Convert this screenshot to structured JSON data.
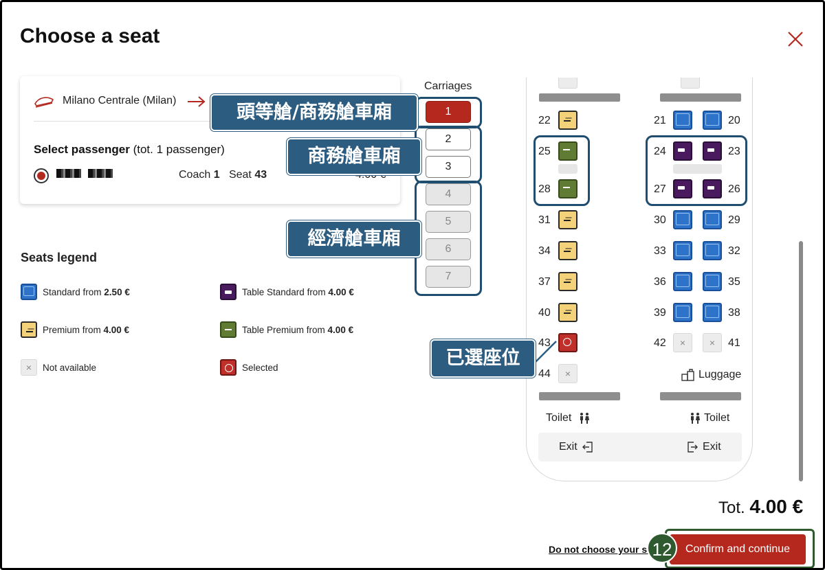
{
  "dialog": {
    "title": "Choose a seat"
  },
  "journey": {
    "station": "Milano Centrale (Milan)"
  },
  "passenger": {
    "heading_bold": "Select passenger",
    "heading_rest": " (tot. 1 passenger)",
    "coach_label": "Coach",
    "coach_value": "1",
    "seat_label": "Seat",
    "seat_value": "43",
    "price": "4.00 €"
  },
  "legend": {
    "title": "Seats legend",
    "items": [
      {
        "icon": "standard-seat-icon",
        "text": "Standard from ",
        "price": "2.50 €"
      },
      {
        "icon": "table-standard-seat-icon",
        "text": "Table Standard from ",
        "price": "4.00 €"
      },
      {
        "icon": "premium-seat-icon",
        "text": "Premium from ",
        "price": "4.00 €"
      },
      {
        "icon": "table-premium-seat-icon",
        "text": "Table Premium from ",
        "price": "4.00 €"
      },
      {
        "icon": "not-available-seat-icon",
        "text": "Not available",
        "price": ""
      },
      {
        "icon": "selected-seat-icon",
        "text": "Selected",
        "price": ""
      }
    ]
  },
  "carriages": {
    "title": "Carriages",
    "items": [
      "1",
      "2",
      "3",
      "4",
      "5",
      "6",
      "7"
    ],
    "active": "1"
  },
  "callouts": {
    "first_class": "頭等艙/商務艙車廂",
    "business": "商務艙車廂",
    "economy": "經濟艙車廂",
    "selected": "已選座位"
  },
  "seatmap": {
    "rows": [
      {
        "l1": "22",
        "l2": "",
        "r1": "21",
        "r2": "20"
      },
      {
        "l1": "25",
        "r1": "24",
        "r2": "23"
      },
      {
        "l1": "28",
        "r1": "27",
        "r2": "26"
      },
      {
        "l1": "31",
        "r1": "30",
        "r2": "29"
      },
      {
        "l1": "34",
        "r1": "33",
        "r2": "32"
      },
      {
        "l1": "37",
        "r1": "36",
        "r2": "35"
      },
      {
        "l1": "40",
        "r1": "39",
        "r2": "38"
      },
      {
        "l1": "43",
        "r1": "42",
        "r2": "41"
      },
      {
        "l1": "44"
      }
    ],
    "luggage": "Luggage",
    "toilet": "Toilet",
    "exit": "Exit"
  },
  "footer": {
    "tot_label": "Tot.",
    "tot_value": "4.00 €",
    "skip_link": "Do not choose your se",
    "confirm": "Confirm and continue",
    "step": "12"
  },
  "colors": {
    "accent": "#b5281e",
    "callout": "#2c5d80",
    "standard": "#2c73c9",
    "premium": "#f3d27a",
    "table_standard": "#4a1a5e",
    "table_premium": "#5f7b34"
  }
}
